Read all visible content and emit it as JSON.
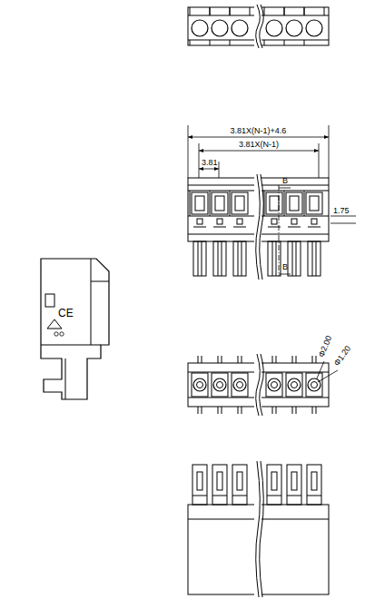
{
  "diagram": {
    "labels": [
      "3.81X(N-1)+4.6",
      "3.81X(N-1)",
      "3.81",
      "B",
      "1.75",
      "B",
      "CE",
      "Φ2.00",
      "Φ1.20"
    ]
  }
}
